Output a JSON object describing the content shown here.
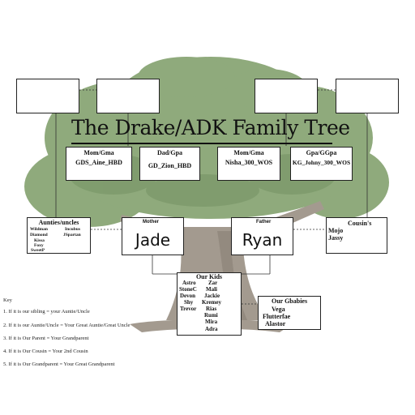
{
  "title": "The Drake/ADK Family Tree",
  "grandparents": [
    {
      "role": "Mom/Gma",
      "name": "GDS_Aine_HBD"
    },
    {
      "role": "Dad/Gpa",
      "name": "GD_Zion_HBD"
    },
    {
      "role": "Mom/Gma",
      "name": "Nisha_300_WOS"
    },
    {
      "role": "Gpa/GGpa",
      "name": "KG_Johny_300_WOS"
    }
  ],
  "aunties": {
    "heading": "Aunties/uncles",
    "col1": [
      "Wildman",
      "Diamond",
      "Kissa",
      "Foxy",
      "SweetP"
    ],
    "col2": [
      "Incubus",
      "JSpartan"
    ]
  },
  "mother": {
    "role": "Mother",
    "name": "Jade"
  },
  "father": {
    "role": "Father",
    "name": "Ryan"
  },
  "cousins": {
    "heading": "Cousin's",
    "names": [
      "Mojo",
      "Jassy"
    ]
  },
  "kids": {
    "heading": "Our Kids",
    "col1": [
      "Astro",
      "StoneC",
      "Devon",
      "Shy",
      "Trevor"
    ],
    "col2": [
      "Zar",
      "Mali",
      "Jackie",
      "Kremey",
      "Rias",
      "Rumi",
      "Mira",
      "Adra"
    ]
  },
  "gbabies": {
    "heading": "Our Gbabies",
    "names": [
      "Vega",
      "Flutterfae",
      "Alastor"
    ]
  },
  "key": {
    "heading": "Key",
    "items": [
      "1. If it is our sibling = your Auntie/Uncle",
      "2. If it is our Auntie/Uncle = Your Great Auntie/Great Uncle",
      "3. If it is Our Parent = Your Grandparent",
      "4. If it is Our Cousin = Your 2nd Cousin",
      "5. If it is Our Grandparent = Your Great Grandparent"
    ]
  },
  "colors": {
    "foliage": "#8faa7c",
    "foliage_dark": "#6f8d5e",
    "trunk": "#a39a8f",
    "trunk_dark": "#847a70"
  }
}
